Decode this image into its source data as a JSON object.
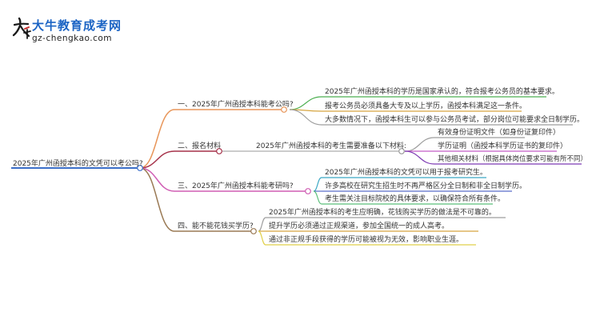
{
  "brand": {
    "name": "大牛教育成考网",
    "url": "gz-chengkao.com",
    "logo_text": "大牛"
  },
  "diagram": {
    "root": "2025年广州函授本科的文凭可以考公吗?",
    "branches": [
      {
        "label": "一、2025年广州函授本科能考公吗?",
        "color": "#e8965a",
        "children": [
          "2025年广州函授本科的学历是国家承认的，符合报考公务员的基本要求。",
          "报考公务员必须具备大专及以上学历，函授本科满足这一条件。",
          "大多数情况下，函授本科生可以参与公务员考试，部分岗位可能要求全日制学历。"
        ],
        "child_colors": [
          "#4caf50",
          "#d6a540",
          "#9e9e9e"
        ]
      },
      {
        "label": "二、报名材料",
        "color": "#a6324a",
        "sub_label": "2025年广州函授本科的考生需要准备以下材料:",
        "sub_color": "#999999",
        "children": [
          "有效身份证明文件（如身份证复印件）",
          "学历证明（函授本科学历证书的复印件）",
          "其他相关材料（根据具体岗位要求可能有所不同）"
        ],
        "child_colors": [
          "#9e9e9e",
          "#c45ec8",
          "#7e3ab3"
        ]
      },
      {
        "label": "三、2025年广州函授本科能考研吗?",
        "color": "#d05eb4",
        "children": [
          "2025年广州函授本科的文凭可以用于报考研究生。",
          "许多高校在研究生招生时不再严格区分全日制和非全日制学历。",
          "考生需关注目标院校的具体要求，以确保符合所有条件。"
        ],
        "child_colors": [
          "#3aa7c4",
          "#5a6ec9",
          "#5bbf7a"
        ]
      },
      {
        "label": "四、能不能花钱买学历?",
        "color": "#9a7a55",
        "children": [
          "2025年广州函授本科的考生应明确，花钱购买学历的做法是不可靠的。",
          "提升学历必须通过正规渠道，参加全国统一的成人高考。",
          "通过非正规手段获得的学历可能被视为无效，影响职业生涯。"
        ],
        "child_colors": [
          "#9e9e9e",
          "#d6a540",
          "#e0d04a"
        ]
      }
    ]
  }
}
